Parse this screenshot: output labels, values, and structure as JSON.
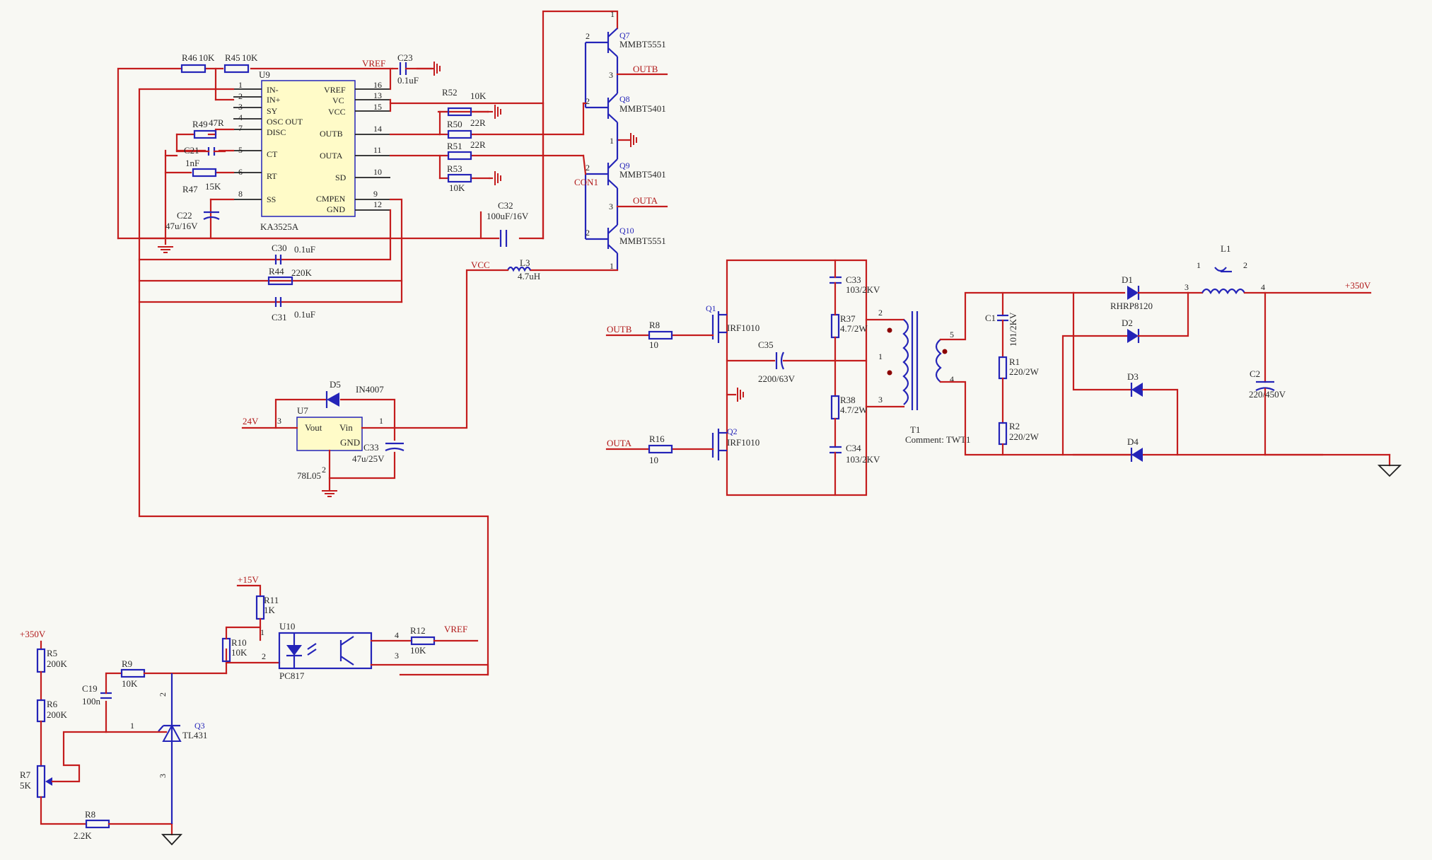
{
  "colors": {
    "wire": "#c41d1d",
    "component": "#2424b8",
    "ic_fill": "#fffbc8",
    "background": "#f8f8f3"
  },
  "icons": [
    "ground-symbol",
    "resistor",
    "capacitor",
    "electrolytic-capacitor",
    "inductor",
    "diode",
    "npn-transistor",
    "pnp-transistor",
    "mosfet",
    "transformer",
    "optocoupler",
    "shunt-regulator",
    "potentiometer"
  ],
  "net": {
    "vref": "VREF",
    "outb": "OUTB",
    "outa": "OUTA",
    "vcc": "VCC",
    "conn": "CON1",
    "v24": "24V",
    "v15": "+15V",
    "v350": "+350V"
  },
  "u9": {
    "ref": "U9",
    "part": "KA3525A",
    "left_pins": [
      {
        "num": "1",
        "name": "IN-"
      },
      {
        "num": "2",
        "name": "IN+"
      },
      {
        "num": "3",
        "name": "SY"
      },
      {
        "num": "4",
        "name": "OSC OUT"
      },
      {
        "num": "7",
        "name": "DISC"
      },
      {
        "num": "5",
        "name": "CT"
      },
      {
        "num": "6",
        "name": "RT"
      },
      {
        "num": "8",
        "name": "SS"
      }
    ],
    "right_pins": [
      {
        "num": "16",
        "name": "VREF"
      },
      {
        "num": "13",
        "name": "VC"
      },
      {
        "num": "15",
        "name": "VCC"
      },
      {
        "num": "14",
        "name": "OUTB"
      },
      {
        "num": "11",
        "name": "OUTA"
      },
      {
        "num": "10",
        "name": "SD"
      },
      {
        "num": "9",
        "name": "CMPEN"
      },
      {
        "num": "12",
        "name": "GND"
      }
    ]
  },
  "u7": {
    "ref": "U7",
    "part": "78L05",
    "vout": "Vout",
    "vin": "Vin",
    "gnd": "GND",
    "p3": "3",
    "p1": "1",
    "p2": "2"
  },
  "u10": {
    "ref": "U10",
    "part": "PC817",
    "p1": "1",
    "p2": "2",
    "p3": "3",
    "p4": "4"
  },
  "q3": {
    "ref": "Q3",
    "part": "TL431",
    "p1": "1",
    "p2": "2",
    "p3": "3"
  },
  "transistors": [
    {
      "ref": "Q7",
      "part": "MMBT5551",
      "b": "2",
      "c": "1",
      "e": "3"
    },
    {
      "ref": "Q8",
      "part": "MMBT5401",
      "b": "2",
      "c": "1",
      "e": "3"
    },
    {
      "ref": "Q9",
      "part": "MMBT5401",
      "b": "2",
      "c": "1",
      "e": "3"
    },
    {
      "ref": "Q10",
      "part": "MMBT5551",
      "b": "2",
      "c": "1",
      "e": "3"
    }
  ],
  "mosfets": [
    {
      "ref": "Q1",
      "part": "IRF1010"
    },
    {
      "ref": "Q2",
      "part": "IRF1010"
    }
  ],
  "resistors": {
    "r46": {
      "ref": "R46",
      "val": "10K"
    },
    "r45": {
      "ref": "R45",
      "val": "10K"
    },
    "r49": {
      "ref": "R49",
      "val": "47R"
    },
    "r47": {
      "ref": "R47",
      "val": "15K"
    },
    "r52": {
      "ref": "R52",
      "val": "10K"
    },
    "r50": {
      "ref": "R50",
      "val": "22R"
    },
    "r51": {
      "ref": "R51",
      "val": "22R"
    },
    "r53": {
      "ref": "R53",
      "val": "10K"
    },
    "r44": {
      "ref": "R44",
      "val": "220K"
    },
    "r8a": {
      "ref": "R8",
      "val": "10"
    },
    "r16": {
      "ref": "R16",
      "val": "10"
    },
    "r37": {
      "ref": "R37",
      "val": "4.7/2W"
    },
    "r38": {
      "ref": "R38",
      "val": "4.7/2W"
    },
    "r1": {
      "ref": "R1",
      "val": "220/2W"
    },
    "r2": {
      "ref": "R2",
      "val": "220/2W"
    },
    "r11": {
      "ref": "R11",
      "val": "1K"
    },
    "r10": {
      "ref": "R10",
      "val": "10K"
    },
    "r12": {
      "ref": "R12",
      "val": "10K"
    },
    "r5": {
      "ref": "R5",
      "val": "200K"
    },
    "r6": {
      "ref": "R6",
      "val": "200K"
    },
    "r9": {
      "ref": "R9",
      "val": "10K"
    },
    "r7": {
      "ref": "R7",
      "val": "5K"
    },
    "r8b": {
      "ref": "R8",
      "val": "2.2K"
    }
  },
  "capacitors": {
    "c23": {
      "ref": "C23",
      "val": "0.1uF"
    },
    "c21": {
      "ref": "C21",
      "val": "1nF"
    },
    "c22": {
      "ref": "C22",
      "val": "47u/16V"
    },
    "c32": {
      "ref": "C32",
      "val": "100uF/16V"
    },
    "c30": {
      "ref": "C30",
      "val": "0.1uF"
    },
    "c31": {
      "ref": "C31",
      "val": "0.1uF"
    },
    "c33a": {
      "ref": "C33",
      "val": "103/2KV"
    },
    "c34": {
      "ref": "C34",
      "val": "103/2KV"
    },
    "c35": {
      "ref": "C35",
      "val": "2200/63V"
    },
    "c1": {
      "ref": "C1",
      "val": "101/2KV"
    },
    "c2": {
      "ref": "C2",
      "val": "220/450V"
    },
    "c33b": {
      "ref": "C33",
      "val": "47u/25V"
    },
    "c19": {
      "ref": "C19",
      "val": "100n"
    }
  },
  "inductors": {
    "l3": {
      "ref": "L3",
      "val": "4.7uH"
    },
    "l1": {
      "ref": "L1",
      "p1": "1",
      "p2": "2",
      "p3": "3",
      "p4": "4"
    }
  },
  "diodes": {
    "d5": {
      "ref": "D5",
      "val": "IN4007"
    },
    "d1": {
      "ref": "D1",
      "val": "RHRP8120"
    },
    "d2": {
      "ref": "D2"
    },
    "d3": {
      "ref": "D3"
    },
    "d4": {
      "ref": "D4"
    }
  },
  "t1": {
    "ref": "T1",
    "comment": "Comment: TWT1",
    "p1": "1",
    "p2": "2",
    "p3": "3",
    "p4": "4",
    "p5": "5"
  }
}
